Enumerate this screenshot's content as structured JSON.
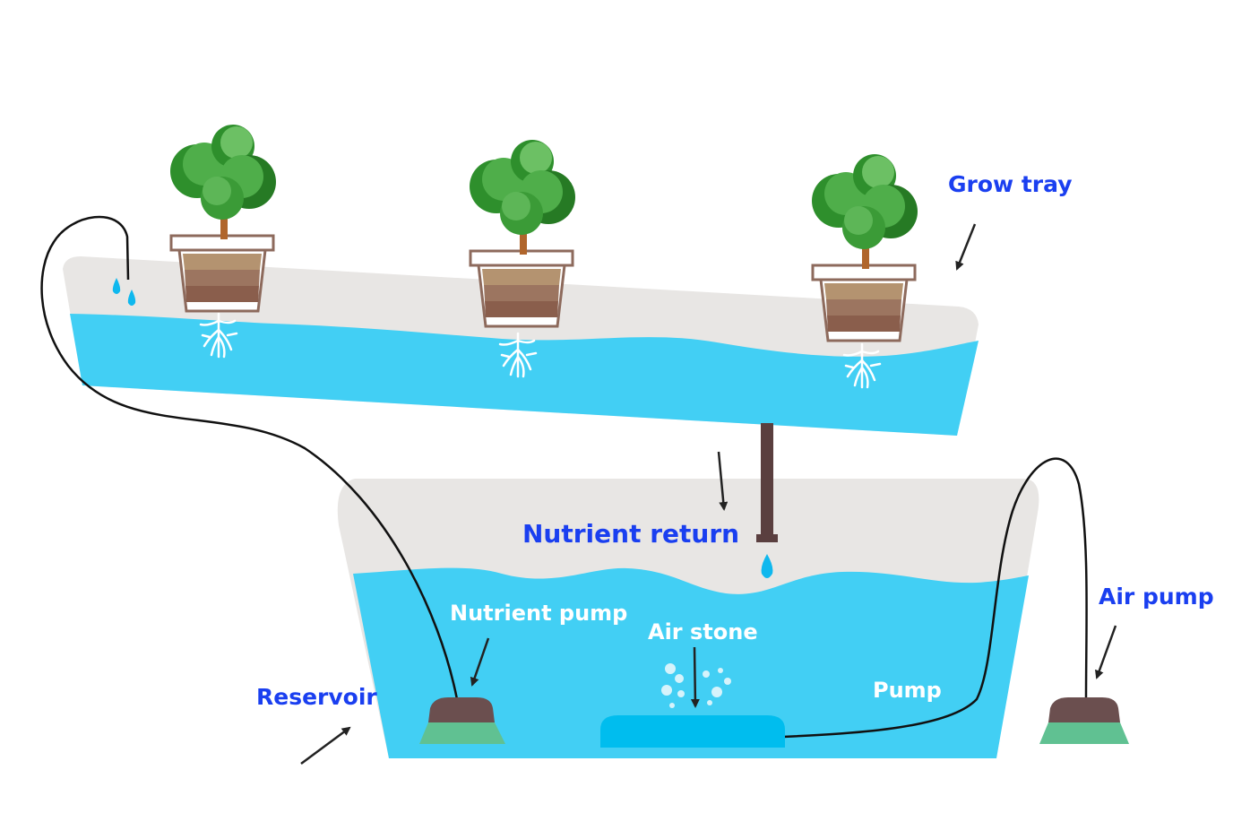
{
  "labels": {
    "grow_tray": "Grow tray",
    "nutrient_return": "Nutrient return",
    "nutrient_pump": "Nutrient pump",
    "air_stone": "Air stone",
    "pump": "Pump",
    "air_pump": "Air pump",
    "reservoir": "Reservoir"
  },
  "colors": {
    "water": "#42cff4",
    "tray_gray": "#e8e6e4",
    "label_blue": "#1a3ff0",
    "label_white": "#ffffff",
    "pump_brown": "#6b4f4f",
    "pump_green": "#60c192",
    "air_stone": "#00bdee",
    "pipe": "#5a3f3f",
    "leaf_dark": "#2e8f2c",
    "leaf_light": "#6cc064",
    "arrow": "#222222"
  },
  "icons": [
    "plant-icon",
    "pot-icon",
    "roots-icon",
    "water-drop-icon",
    "bubbles-icon"
  ]
}
